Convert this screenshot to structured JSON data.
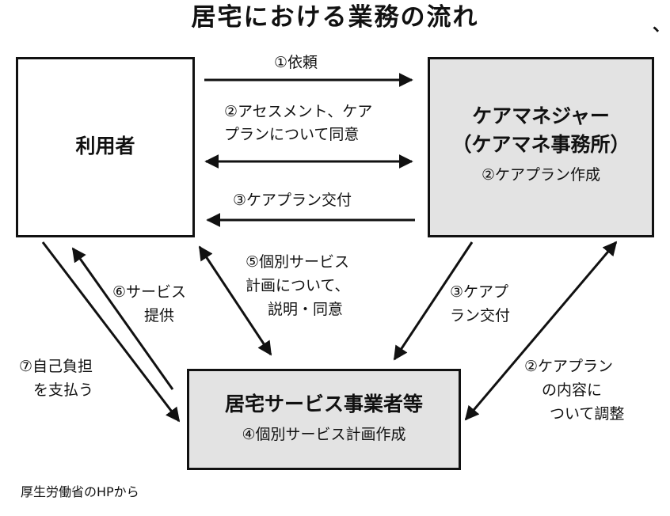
{
  "title": "居宅における業務の流れ",
  "title_mark": "、",
  "boxes": {
    "user": {
      "title": "利用者"
    },
    "care_manager": {
      "title_line1": "ケアマネジャー",
      "title_line2": "（ケアマネ事務所）",
      "sub": "②ケアプラン作成"
    },
    "service_provider": {
      "title": "居宅サービス事業者等",
      "sub": "④個別サービス計画作成"
    }
  },
  "labels": {
    "request": "①依頼",
    "assessment_line1": "②アセスメント、ケア",
    "assessment_line2": "プランについて同意",
    "plan_delivery": "③ケアプラン交付",
    "individual_line1": "⑤個別サービス",
    "individual_line2": "計画について、",
    "individual_line3": "説明・同意",
    "service_line1": "⑥サービス",
    "service_line2": "提供",
    "payment_line1": "⑦自己負担",
    "payment_line2": "を支払う",
    "plan_delivery2_line1": "③ケアプ",
    "plan_delivery2_line2": "ラン交付",
    "adjust_line1": "②ケアプラン",
    "adjust_line2": "の内容に",
    "adjust_line3": "ついて調整"
  },
  "source": "厚生労働省のHPから",
  "colors": {
    "box_fill": "#e3e3e3",
    "line": "#111111"
  }
}
